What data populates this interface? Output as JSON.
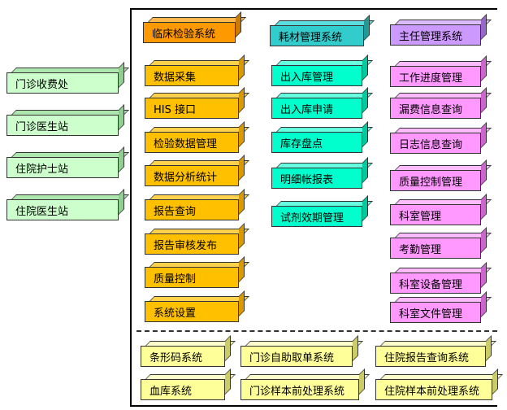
{
  "left_systems": [
    "门诊收费处",
    "门诊医生站",
    "住院护士站",
    "住院医生站"
  ],
  "lis": {
    "title": "临床检验系统",
    "items": [
      "数据采集",
      "HIS 接口",
      "检验数据管理",
      "数据分析统计",
      "报告查询",
      "报告审核发布",
      "质量控制",
      "系统设置"
    ]
  },
  "consumables": {
    "title": "耗材管理系统",
    "items": [
      "出入库管理",
      "出入库申请",
      "库存盘点",
      "明细帐报表",
      "试剂效期管理"
    ]
  },
  "director": {
    "title": "主任管理系统",
    "items": [
      "工作进度管理",
      "漏费信息查询",
      "日志信息查询",
      "质量控制管理",
      "科室管理",
      "考勤管理",
      "科室设备管理",
      "科室文件管理"
    ]
  },
  "bottom_systems": [
    "条形码系统",
    "门诊自助取单系统",
    "住院报告查询系统",
    "血库系统",
    "门诊样本前处理系统",
    "住院样本前处理系统"
  ]
}
